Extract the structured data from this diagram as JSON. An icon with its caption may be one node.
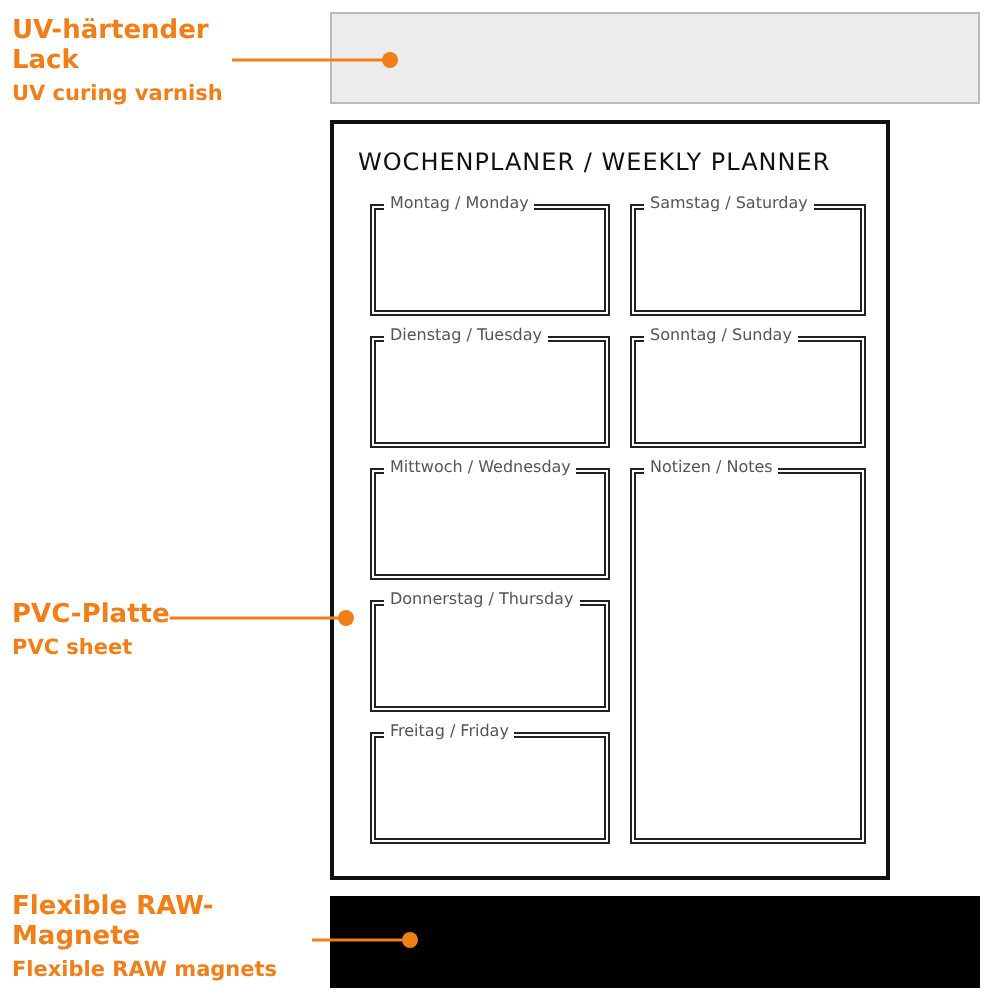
{
  "diagram": {
    "nodes": [
      {
        "text": [
          "UV-härtender Lack",
          "UV curing varnish"
        ]
      },
      {
        "text": [
          "PVC-Platte",
          "PVC sheet"
        ]
      },
      {
        "text": [
          "Flexible RAW-Magnete",
          "Flexible RAW magnets"
        ]
      },
      {
        "text": [],
        "shape": "box"
      },
      {
        "text": [
          "WOCHENPLANER / WEEKLY PLANNER"
        ]
      },
      {
        "text": [
          "Montag / Monday"
        ],
        "in": 4
      },
      {
        "text": [
          "Samstag / Saturday"
        ],
        "in": 4
      },
      {
        "text": [
          "Dienstag / Tuesday"
        ],
        "in": 4
      },
      {
        "text": [
          "Sonntag / Sunday"
        ],
        "in": 4
      },
      {
        "text": [
          "Mittwoch / Wednesday"
        ],
        "in": 4
      },
      {
        "text": [
          "Notizen / Notes"
        ],
        "in": 4
      },
      {
        "text": [
          "Donnerstag / Thursday"
        ],
        "in": 4
      },
      {
        "text": [
          "Freitag / Friday"
        ],
        "in": 4
      },
      {
        "text": [],
        "shape": "box"
      }
    ],
    "edges": [
      {
        "from": 0,
        "to": 3,
        "arrow": "other"
      },
      {
        "from": 1,
        "to": 4,
        "arrow": "other"
      },
      {
        "from": 2,
        "to": 13,
        "arrow": "other"
      }
    ]
  }
}
